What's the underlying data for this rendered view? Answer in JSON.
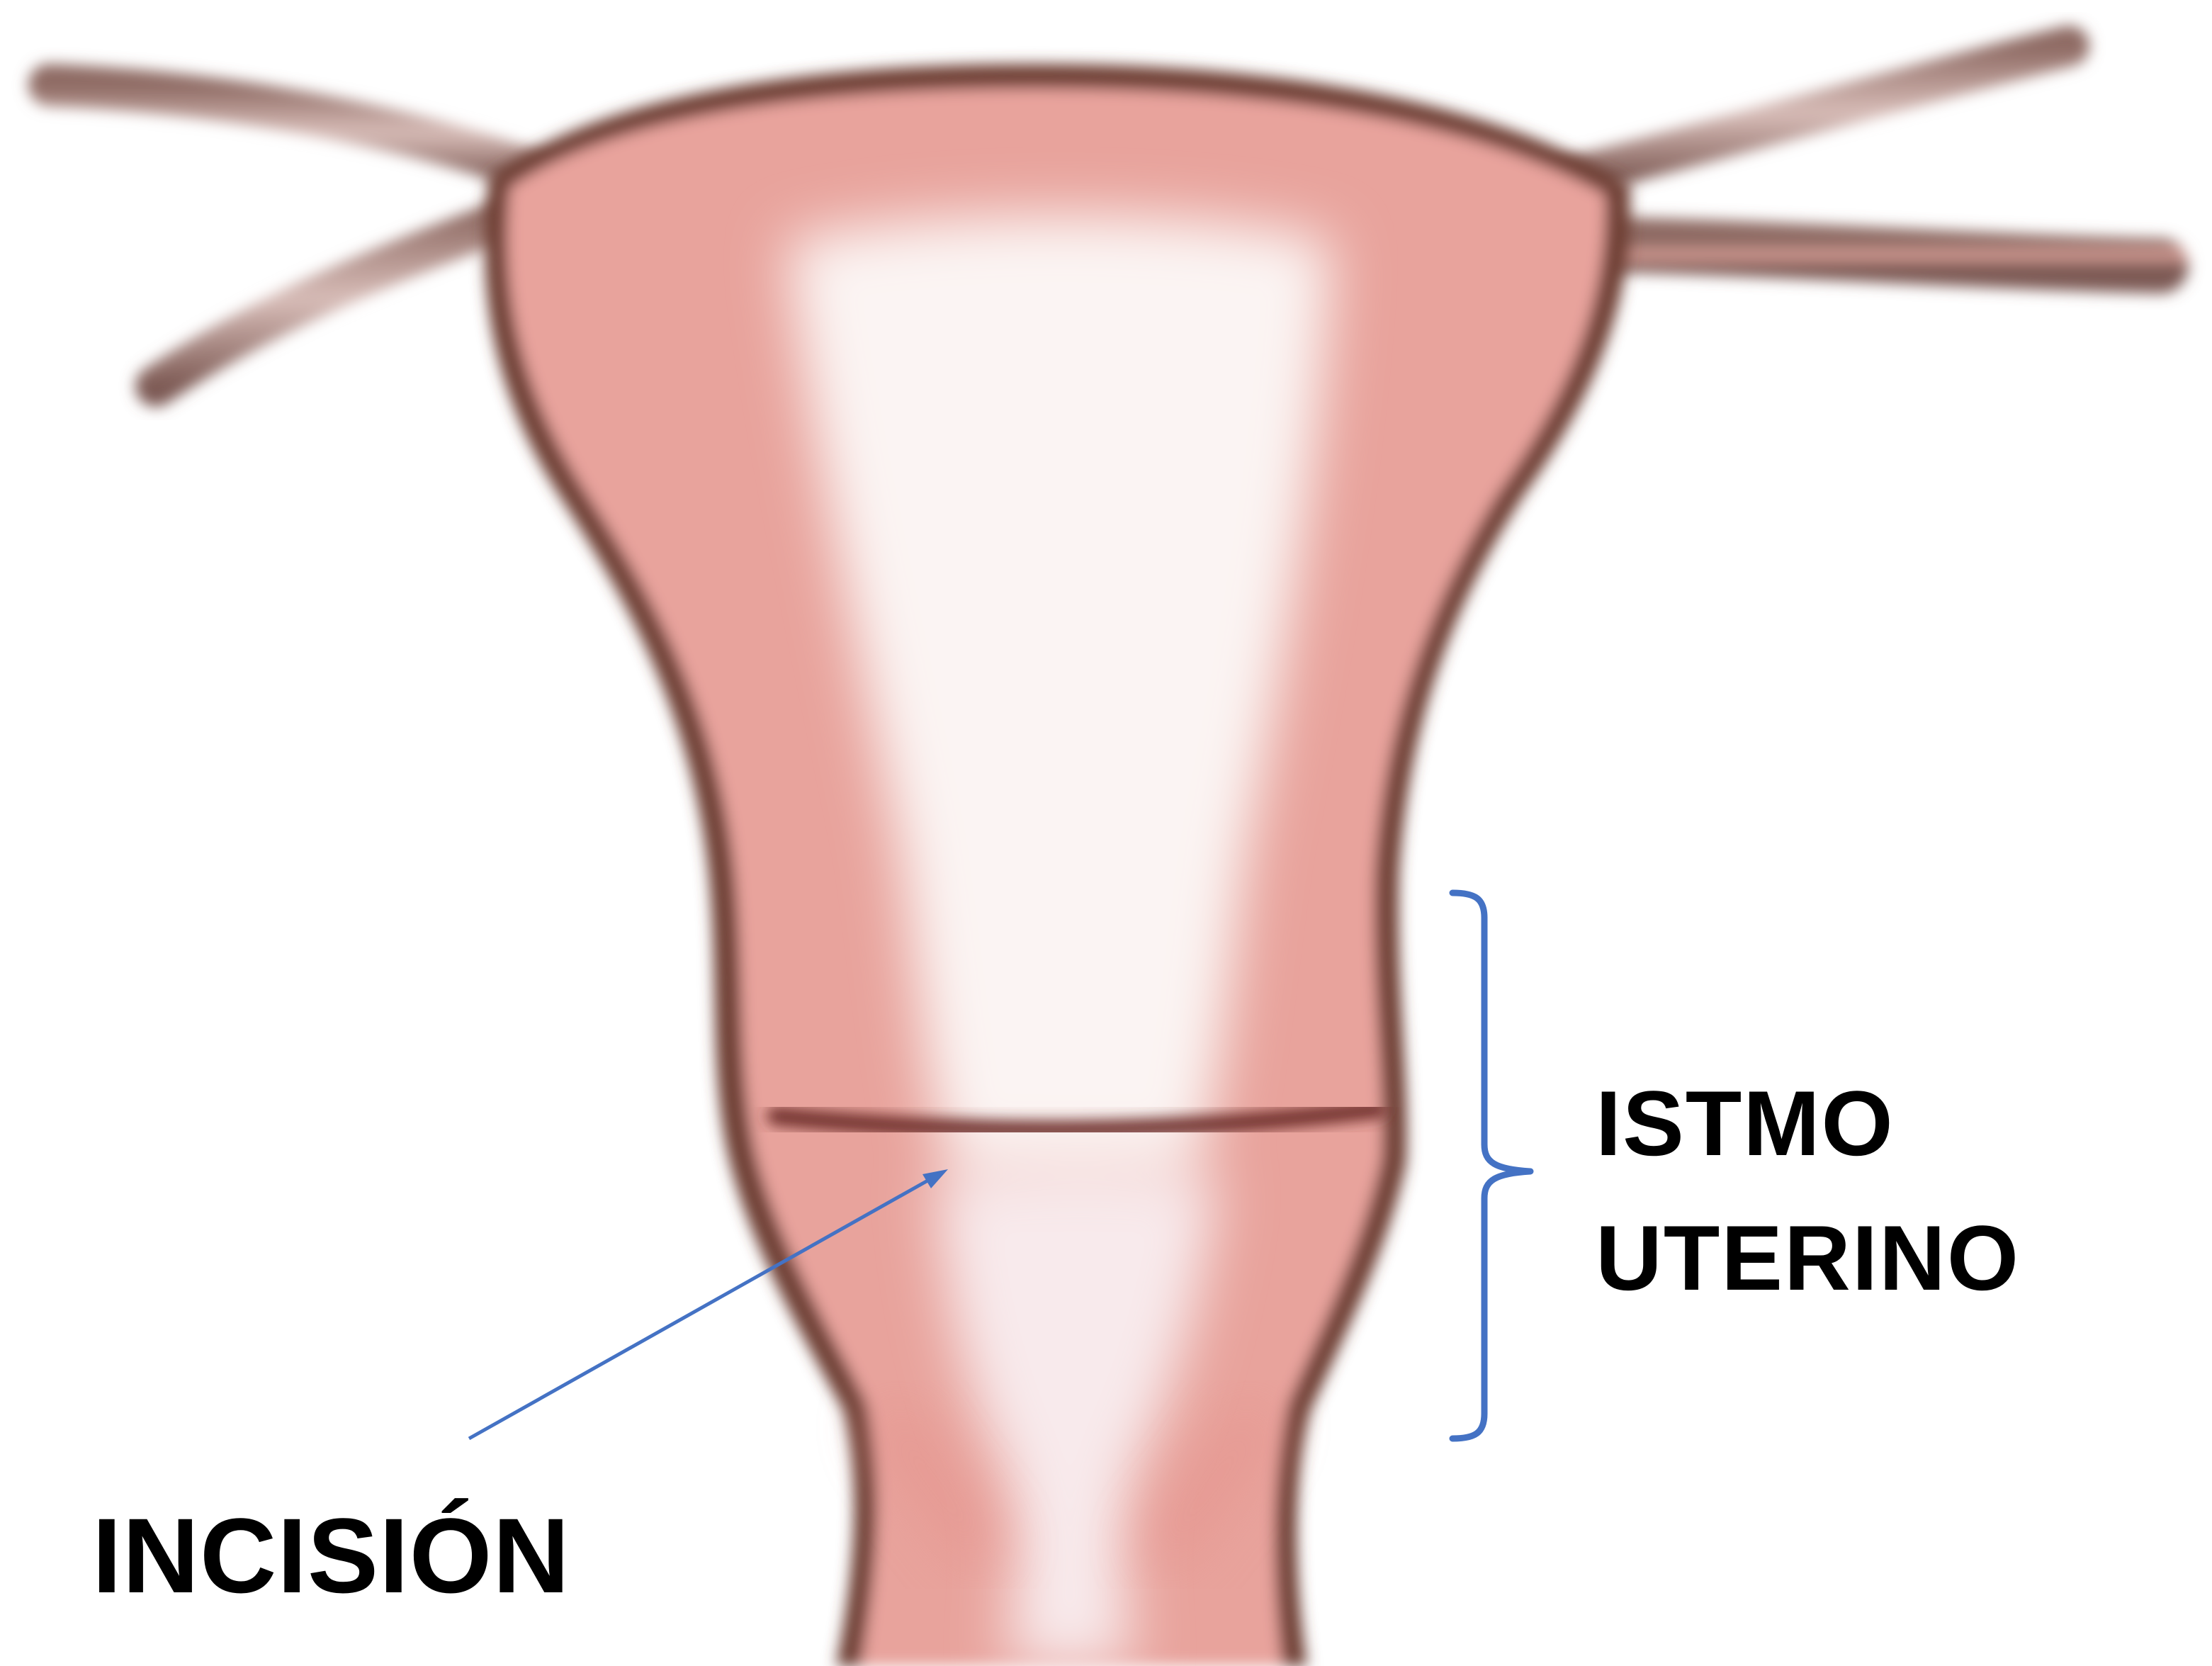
{
  "labels": {
    "istmo_line1": "ISTMO",
    "istmo_line2": "UTERINO",
    "incision": "INCISIÓN"
  },
  "colors": {
    "tissue_outline": "#6b3a32",
    "tissue_fill": "#e9a7a0",
    "tissue_inner": "#f7eeee",
    "tube": "#b89a94",
    "annotation_blue": "#4472c4",
    "incision_line": "#6e2f2c"
  },
  "icons": {
    "illustration": "uterus-anatomy-illustration"
  }
}
